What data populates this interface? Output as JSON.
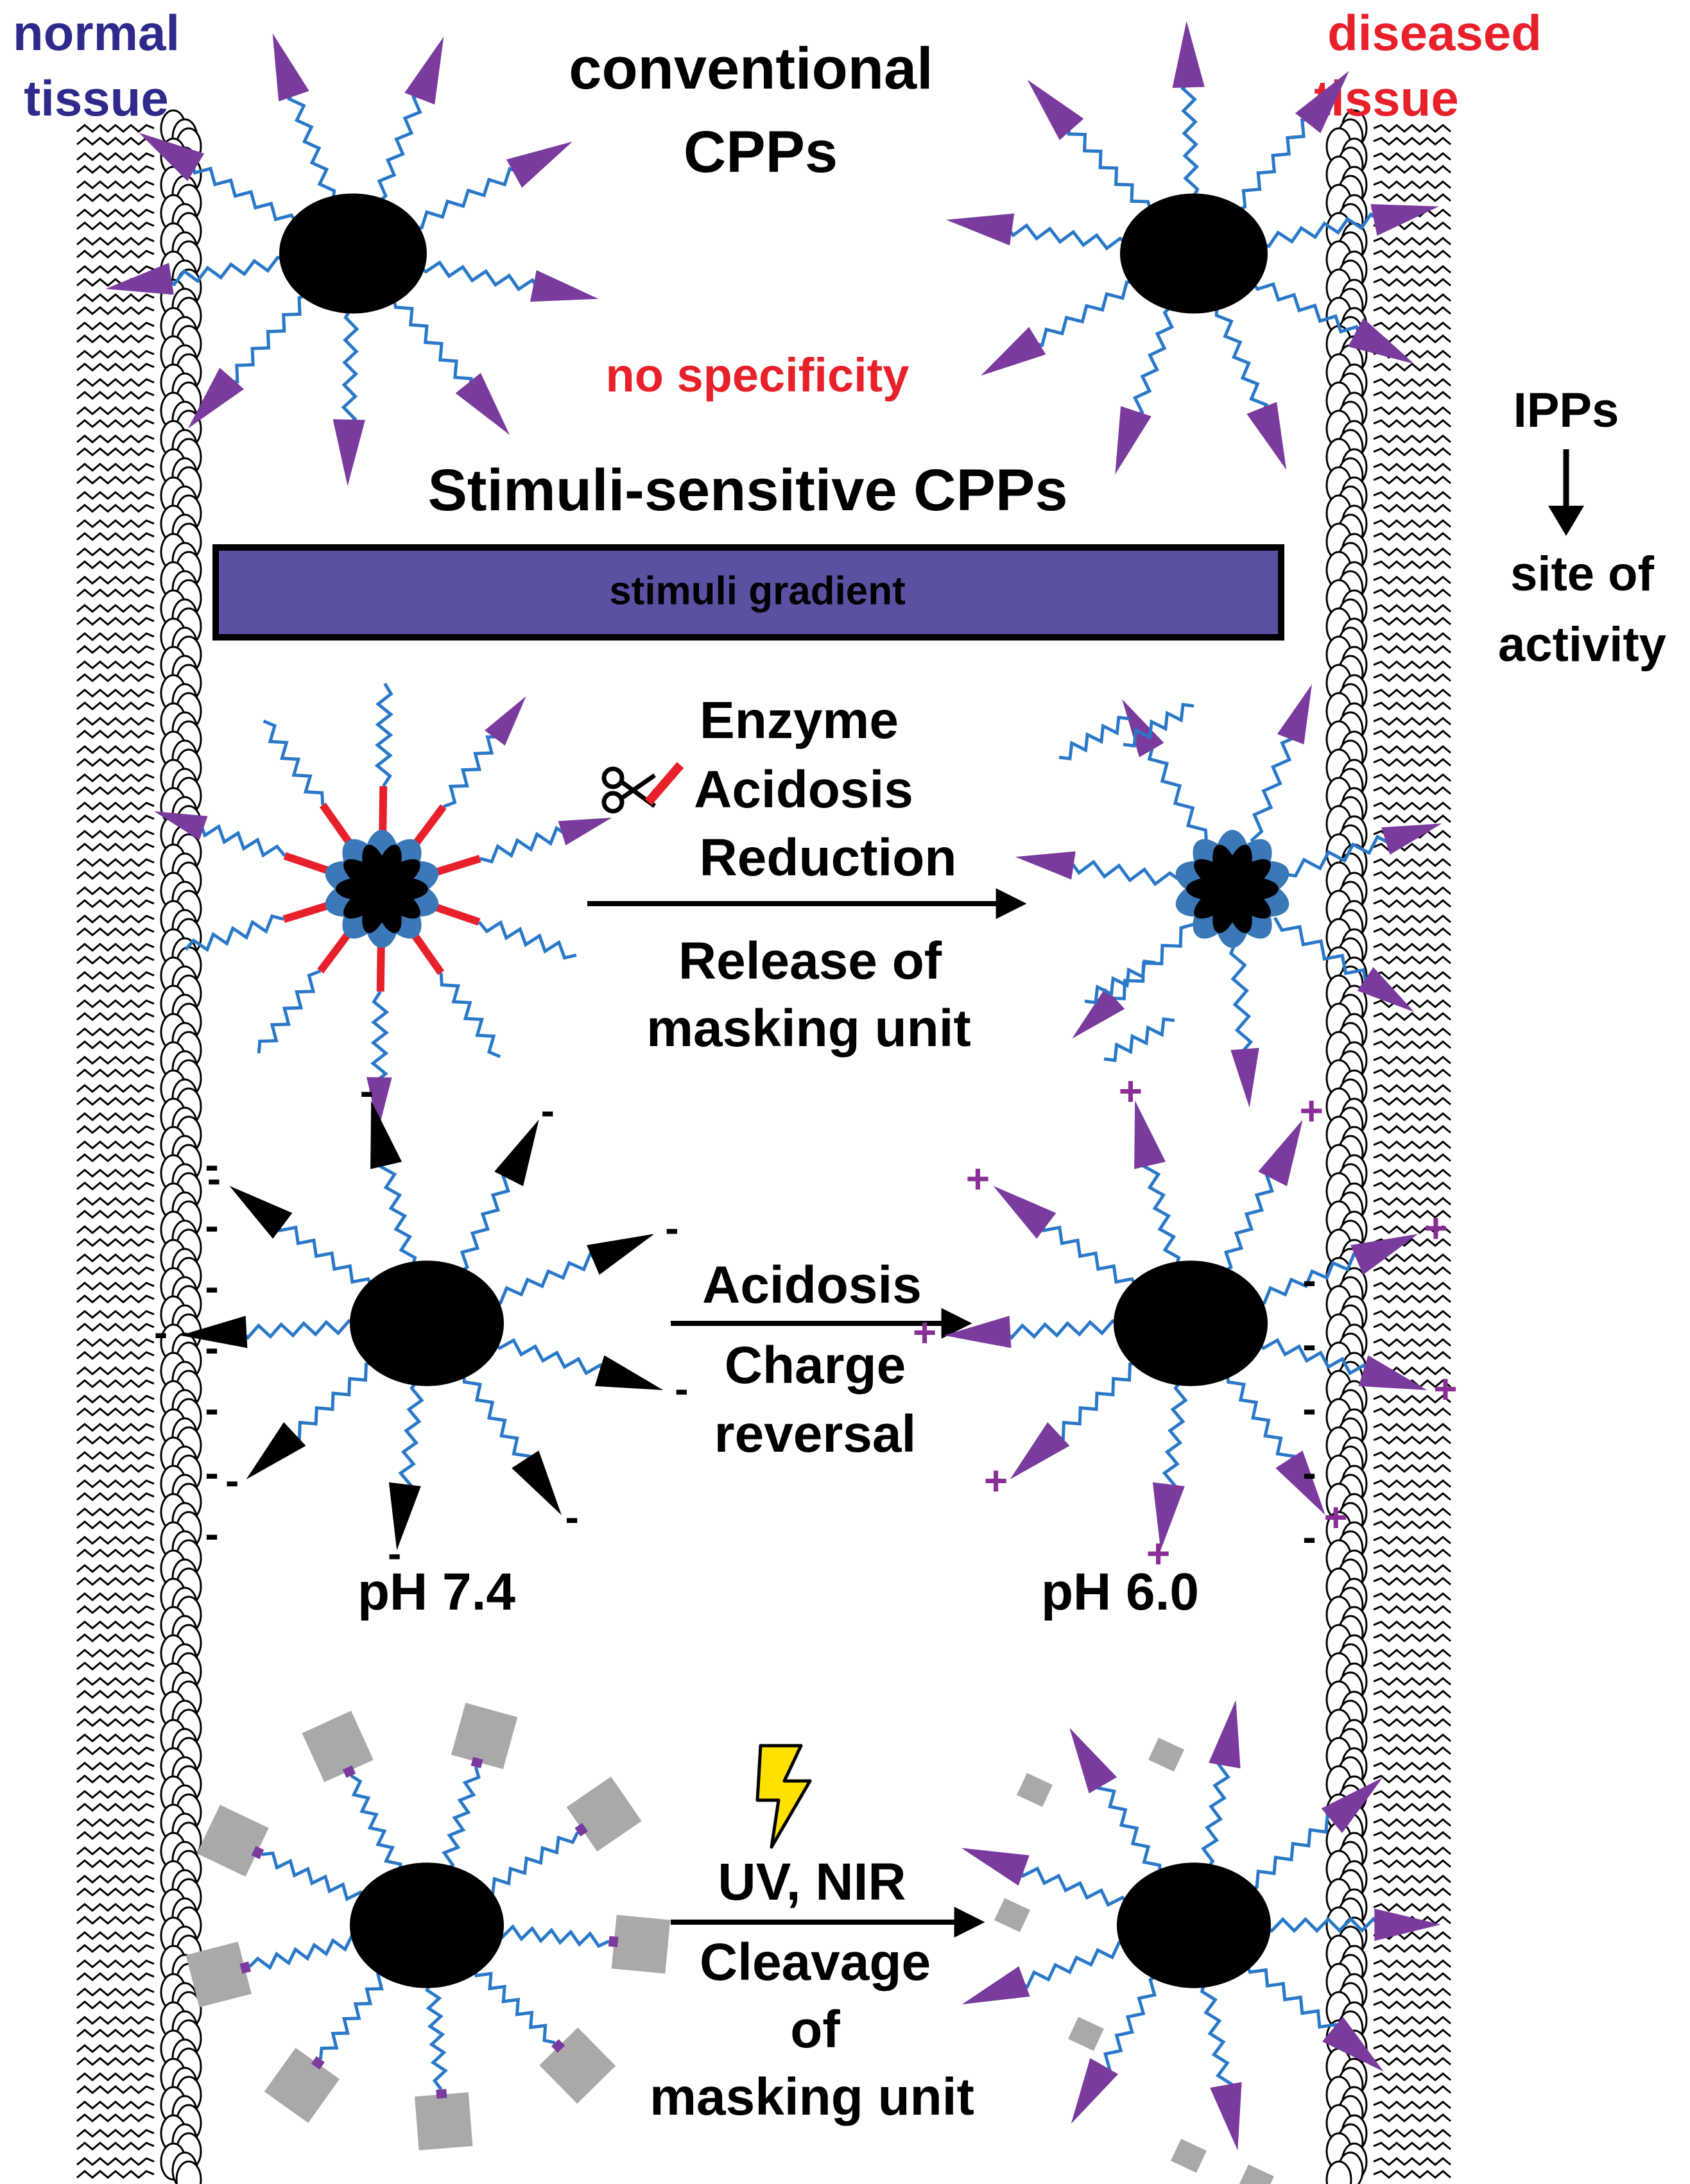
{
  "labels": {
    "normal_tissue": [
      "normal",
      "tissue"
    ],
    "diseased_tissue": [
      "diseased",
      "tissue"
    ],
    "conventional": [
      "conventional",
      "CPPs"
    ],
    "no_specificity": "no specificity",
    "stimuli_sensitive": "Stimuli-sensitive CPPs",
    "stimuli_gradient": "stimuli gradient",
    "ipps": "IPPs",
    "site_of_activity": [
      "site of",
      "activity"
    ],
    "enzyme_stimuli": [
      "Enzyme",
      "Acidosis",
      "Reduction"
    ],
    "release_masking": [
      "Release of",
      "masking unit"
    ],
    "charge_stimulus": "Acidosis",
    "charge_reversal": [
      "Charge",
      "reversal"
    ],
    "ph_normal": "pH 7.4",
    "ph_diseased": "pH 6.0",
    "light_stimulus": "UV, NIR",
    "cleavage_masking": [
      "Cleavage",
      "of",
      "masking unit"
    ],
    "minus_sign": "-",
    "plus_sign": "+"
  },
  "colors": {
    "normal_label": "#2e2a8c",
    "diseased_label": "#e8202a",
    "no_specificity": "#e8202a",
    "gradient_bar": "#5b51a3",
    "cpp_head": "#7a3a9e",
    "linker": "#2a78c8",
    "mask_red": "#e8202a",
    "petal_blue": "#3a78b8",
    "plus": "#8a2d96",
    "mask_box": "#a9a9a9",
    "bolt": "#ffe100"
  },
  "icons": {
    "scissors": "scissors-icon",
    "lightning": "lightning-bolt-icon",
    "arrow": "arrow-right-icon",
    "arrow_down": "arrow-down-icon"
  }
}
